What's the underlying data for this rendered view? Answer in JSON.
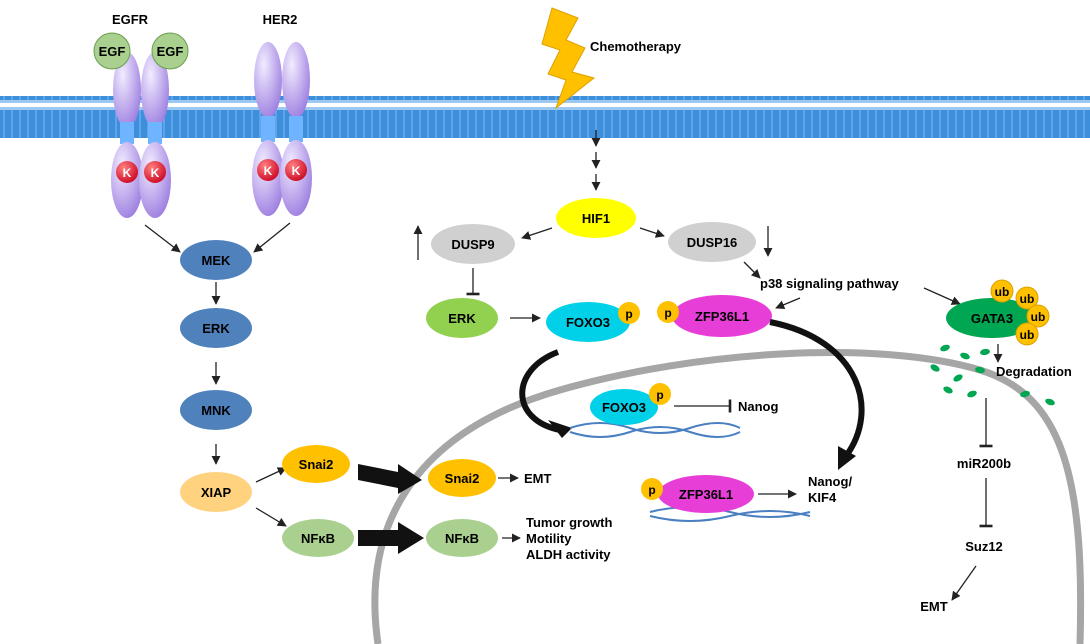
{
  "receptors": {
    "egfr": "EGFR",
    "her2": "HER2",
    "egf": "EGF",
    "kinase": "K"
  },
  "stimulus": {
    "chemo": "Chemotherapy"
  },
  "left_pathway": {
    "mek": "MEK",
    "erk": "ERK",
    "mnk": "MNK",
    "xiap": "XIAP",
    "snai2": "Snai2",
    "nfkb": "NFκB"
  },
  "center_pathway": {
    "hif1": "HIF1",
    "dusp9": "DUSP9",
    "dusp16": "DUSP16",
    "erk": "ERK",
    "foxo3": "FOXO3",
    "zfp": "ZFP36L1",
    "phospho": "p",
    "p38": "p38 signaling pathway"
  },
  "right_pathway": {
    "gata3": "GATA3",
    "ub": "ub",
    "degradation": "Degradation",
    "mir": "miR200b",
    "suz12": "Suz12",
    "emt": "EMT"
  },
  "nucleus": {
    "foxo3": "FOXO3",
    "nanog": "Nanog",
    "snai2": "Snai2",
    "emt": "EMT",
    "zfp": "ZFP36L1",
    "nanog_kif_1": "Nanog/",
    "nanog_kif_2": "KIF4",
    "nfkb": "NFκB",
    "out1": "Tumor growth",
    "out2": "Motility",
    "out3": "ALDH activity"
  },
  "colors": {
    "blue_node": "#4f81bd",
    "yellow": "#ffff00",
    "gray": "#d0d0d0",
    "green": "#92d050",
    "cyan": "#00ccee",
    "magenta": "#e83ed8",
    "orange": "#ffc000",
    "light_orange": "#ffd27f",
    "light_green": "#a9d08e",
    "dark_green": "#00a651",
    "membrane": "#4a9be0",
    "receptor": "#a98be0"
  }
}
